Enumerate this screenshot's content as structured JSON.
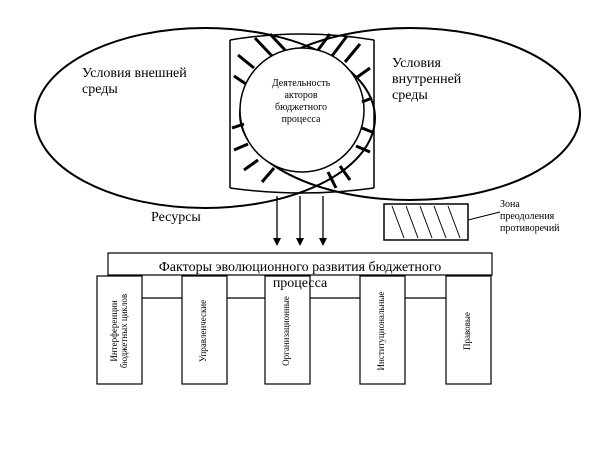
{
  "diagram": {
    "external_env": "Условия внешней\nсреды",
    "internal_env": "Условия\nвнутренней\nсреды",
    "activity": "Деятельность\nакторов\nбюджетного\nпроцесса",
    "resources": "Ресурсы",
    "zone": "Зона\nпреодоления\nпротиворечий",
    "factors_title": "Факторы эволюционного развития бюджетного\nпроцесса",
    "factors": [
      {
        "label": "Интерференции\nбюджетных циклов"
      },
      {
        "label": "Управленческие"
      },
      {
        "label": "Организационные"
      },
      {
        "label": "Институциональные"
      },
      {
        "label": "Правовые"
      }
    ]
  },
  "colors": {
    "stroke": "#000000",
    "background": "#ffffff"
  }
}
